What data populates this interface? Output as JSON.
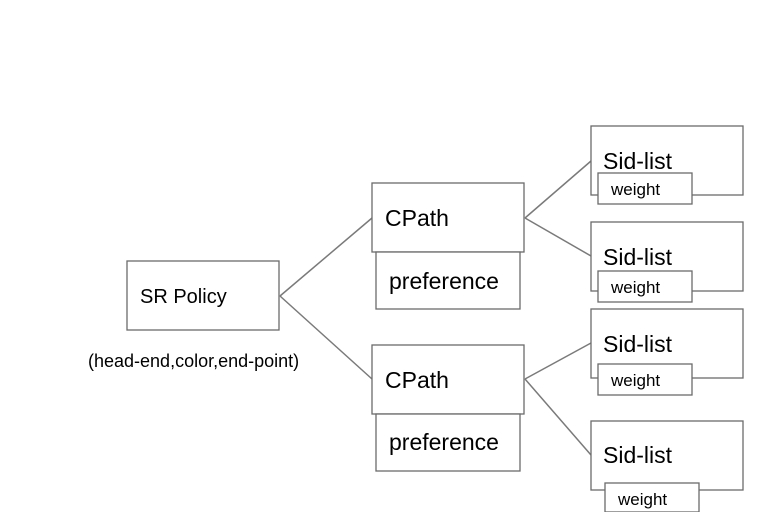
{
  "diagram": {
    "root": {
      "label": "SR Policy",
      "caption": "(head-end,color,end-point)"
    },
    "candidate_paths": [
      {
        "label": "CPath",
        "preference_label": "preference",
        "sid_lists": [
          {
            "label": "Sid-list",
            "weight_label": "weight"
          },
          {
            "label": "Sid-list",
            "weight_label": "weight"
          }
        ]
      },
      {
        "label": "CPath",
        "preference_label": "preference",
        "sid_lists": [
          {
            "label": "Sid-list",
            "weight_label": "weight"
          },
          {
            "label": "Sid-list",
            "weight_label": "weight"
          }
        ]
      }
    ]
  }
}
